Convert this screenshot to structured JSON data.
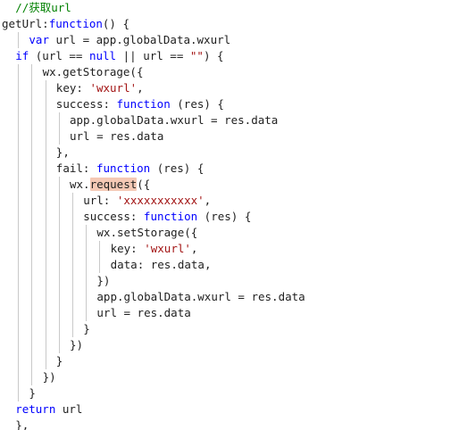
{
  "editor": {
    "colors": {
      "background": "#ffffff",
      "keyword": "#0000ff",
      "string": "#a31515",
      "comment": "#008000",
      "identifier": "#1f1f1f",
      "highlight": "#f5c9b5",
      "indent_guide": "#c9c9c9"
    },
    "lines": [
      {
        "indent": 2,
        "tokens": [
          {
            "t": "//获取url",
            "k": "com"
          }
        ]
      },
      {
        "indent": 0,
        "tokens": [
          {
            "t": "getUrl:",
            "k": "id"
          },
          {
            "t": "function",
            "k": "kw"
          },
          {
            "t": "() {",
            "k": "id"
          }
        ]
      },
      {
        "indent": 4,
        "tokens": [
          {
            "t": "var",
            "k": "kw"
          },
          {
            "t": " url = app.globalData.wxurl",
            "k": "id"
          }
        ]
      },
      {
        "indent": 2,
        "tokens": [
          {
            "t": "if",
            "k": "kw"
          },
          {
            "t": " (url == ",
            "k": "id"
          },
          {
            "t": "null",
            "k": "kw"
          },
          {
            "t": " || url == ",
            "k": "id"
          },
          {
            "t": "\"\"",
            "k": "str"
          },
          {
            "t": ") {",
            "k": "id"
          }
        ]
      },
      {
        "indent": 6,
        "tokens": [
          {
            "t": "wx.getStorage({",
            "k": "id"
          }
        ]
      },
      {
        "indent": 8,
        "tokens": [
          {
            "t": "key: ",
            "k": "id"
          },
          {
            "t": "'wxurl'",
            "k": "str"
          },
          {
            "t": ",",
            "k": "id"
          }
        ]
      },
      {
        "indent": 8,
        "tokens": [
          {
            "t": "success: ",
            "k": "id"
          },
          {
            "t": "function",
            "k": "kw"
          },
          {
            "t": " (res) {",
            "k": "id"
          }
        ]
      },
      {
        "indent": 10,
        "tokens": [
          {
            "t": "app.globalData.wxurl = res.data",
            "k": "id"
          }
        ]
      },
      {
        "indent": 10,
        "tokens": [
          {
            "t": "url = res.data",
            "k": "id"
          }
        ]
      },
      {
        "indent": 8,
        "tokens": [
          {
            "t": "},",
            "k": "id"
          }
        ]
      },
      {
        "indent": 8,
        "tokens": [
          {
            "t": "fail: ",
            "k": "id"
          },
          {
            "t": "function",
            "k": "kw"
          },
          {
            "t": " (res) {",
            "k": "id"
          }
        ]
      },
      {
        "indent": 10,
        "tokens": [
          {
            "t": "wx.",
            "k": "id"
          },
          {
            "t": "request",
            "k": "hl"
          },
          {
            "t": "({",
            "k": "id"
          }
        ]
      },
      {
        "indent": 12,
        "tokens": [
          {
            "t": "url: ",
            "k": "id"
          },
          {
            "t": "'xxxxxxxxxxx'",
            "k": "str"
          },
          {
            "t": ",",
            "k": "id"
          }
        ]
      },
      {
        "indent": 12,
        "tokens": [
          {
            "t": "success: ",
            "k": "id"
          },
          {
            "t": "function",
            "k": "kw"
          },
          {
            "t": " (res) {",
            "k": "id"
          }
        ]
      },
      {
        "indent": 14,
        "tokens": [
          {
            "t": "wx.setStorage({",
            "k": "id"
          }
        ]
      },
      {
        "indent": 16,
        "tokens": [
          {
            "t": "key: ",
            "k": "id"
          },
          {
            "t": "'wxurl'",
            "k": "str"
          },
          {
            "t": ",",
            "k": "id"
          }
        ]
      },
      {
        "indent": 16,
        "tokens": [
          {
            "t": "data: res.data,",
            "k": "id"
          }
        ]
      },
      {
        "indent": 14,
        "tokens": [
          {
            "t": "})",
            "k": "id"
          }
        ]
      },
      {
        "indent": 14,
        "tokens": [
          {
            "t": "app.globalData.wxurl = res.data",
            "k": "id"
          }
        ]
      },
      {
        "indent": 14,
        "tokens": [
          {
            "t": "url = res.data",
            "k": "id"
          }
        ]
      },
      {
        "indent": 12,
        "tokens": [
          {
            "t": "}",
            "k": "id"
          }
        ]
      },
      {
        "indent": 10,
        "tokens": [
          {
            "t": "})",
            "k": "id"
          }
        ]
      },
      {
        "indent": 8,
        "tokens": [
          {
            "t": "}",
            "k": "id"
          }
        ]
      },
      {
        "indent": 6,
        "tokens": [
          {
            "t": "})",
            "k": "id"
          }
        ]
      },
      {
        "indent": 4,
        "tokens": [
          {
            "t": "}",
            "k": "id"
          }
        ]
      },
      {
        "indent": 2,
        "tokens": [
          {
            "t": "return",
            "k": "kw"
          },
          {
            "t": " url",
            "k": "id"
          }
        ]
      },
      {
        "indent": 2,
        "tokens": [
          {
            "t": "},",
            "k": "id"
          }
        ]
      }
    ]
  }
}
